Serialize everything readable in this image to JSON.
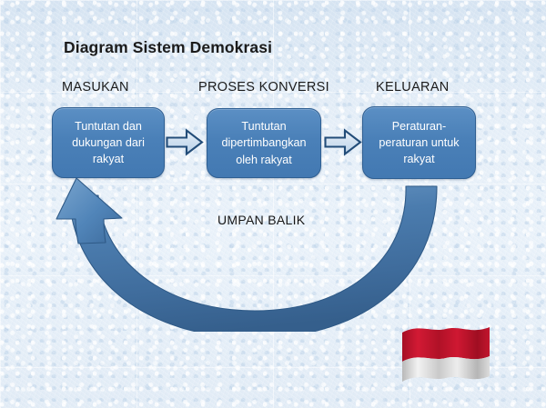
{
  "slide": {
    "title": "Diagram Sistem Demokrasi",
    "background_color": "#e4eef7"
  },
  "columns": [
    {
      "header": "MASUKAN"
    },
    {
      "header": "PROSES KONVERSI"
    },
    {
      "header": "KELUARAN"
    }
  ],
  "nodes": [
    {
      "text": "Tuntutan dan dukungan dari rakyat",
      "fill": "#4a80b8",
      "border": "#2f5f92",
      "text_color": "#ffffff"
    },
    {
      "text": "Tuntutan dipertimbangkan oleh rakyat",
      "fill": "#4a80b8",
      "border": "#2f5f92",
      "text_color": "#ffffff"
    },
    {
      "text": "Peraturan-peraturan untuk rakyat",
      "fill": "#4a80b8",
      "border": "#2f5f92",
      "text_color": "#ffffff"
    }
  ],
  "connectors": [
    {
      "from": "Tuntutan dan dukungan dari rakyat",
      "to": "Tuntutan dipertimbangkan oleh rakyat",
      "direction": "right",
      "color": "#2e5c8f"
    },
    {
      "from": "Tuntutan dipertimbangkan oleh rakyat",
      "to": "Peraturan-peraturan untuk rakyat",
      "direction": "right",
      "color": "#2e5c8f"
    }
  ],
  "feedback": {
    "label": "UMPAN BALIK",
    "from": "Peraturan-peraturan untuk rakyat",
    "to": "Tuntutan dan dukungan dari rakyat",
    "color": "#41719c",
    "shape": "curved-arc-arrow"
  },
  "flag": {
    "name": "indonesia-flag",
    "top_color": "#c8102e",
    "bottom_color": "#e8e8e8",
    "style": "waving"
  }
}
